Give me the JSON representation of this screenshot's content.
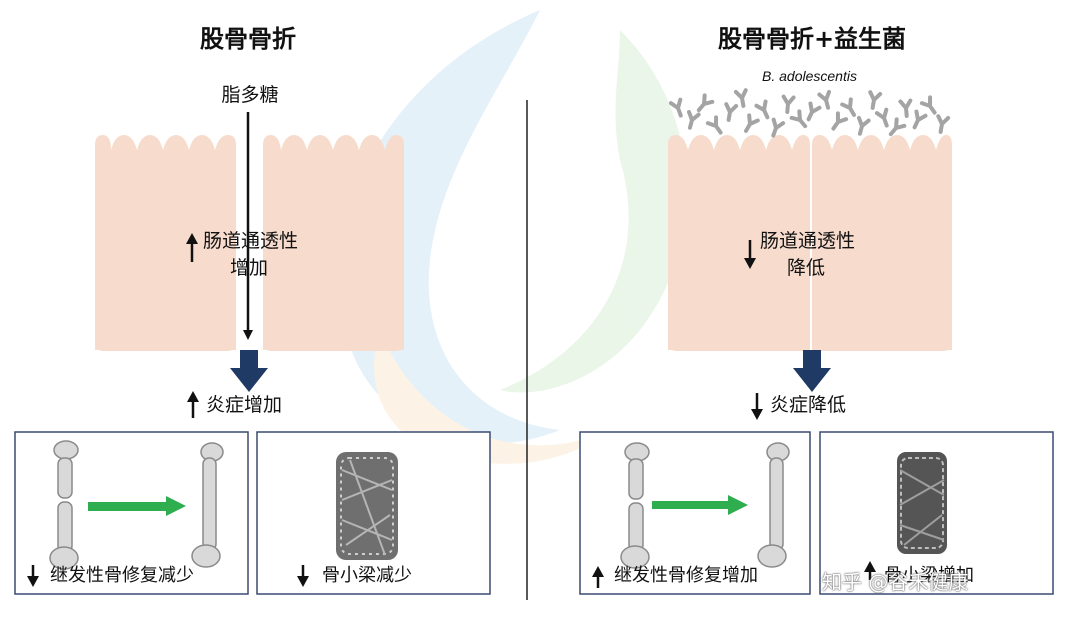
{
  "left": {
    "title": "股骨骨折",
    "top_label": "脂多糖",
    "permeability_line1": "肠道通透性",
    "permeability_line2": "增加",
    "inflammation": "炎症增加",
    "box1_caption": "继发性骨修复减少",
    "box2_caption": "骨小梁减少"
  },
  "right": {
    "title": "股骨骨折+益生菌",
    "species": "B. adolescentis",
    "permeability_line1": "肠道通透性",
    "permeability_line2": "降低",
    "inflammation": "炎症降低",
    "box1_caption": "继发性骨修复增加",
    "box2_caption": "骨小梁增加"
  },
  "watermark": "知乎 @谷禾健康",
  "colors": {
    "cell_fill": "#f7dccd",
    "big_arrow": "#1f3a64",
    "green_arrow": "#2eae4f",
    "box_border": "#3b4a74",
    "bacteria": "#a4a4a4"
  }
}
